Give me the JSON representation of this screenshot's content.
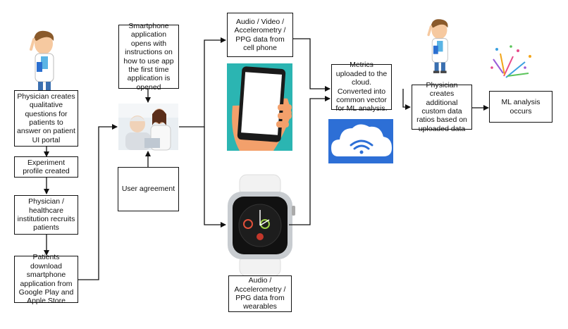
{
  "boxes": {
    "physician_questions": "Physician creates qualitative questions for patients to answer on patient UI portal",
    "experiment_profile": "Experiment profile created",
    "recruits": "Physician / healthcare institution recruits patients",
    "download_app": "Patients download smartphone application from Google Play and Apple Store",
    "app_opens": "Smartphone application opens with instructions on how to use app the first time application is opened",
    "user_agreement": "User agreement",
    "phone_data": "Audio / Video / Accelerometry / PPG data from cell phone",
    "wearable_data": "Audio / Accelerometry / PPG data from wearables",
    "metrics_uploaded": "Metrics uploaded to the cloud. Converted into common vector for ML analysis.",
    "custom_ratios": "Physician creates additional custom data ratios based on uploaded data",
    "ml_analysis": "ML analysis occurs"
  },
  "icons": {
    "doctor": "doctor-icon",
    "phone": "smartphone-icon",
    "watch": "smartwatch-icon",
    "cloud": "cloud-wifi-icon",
    "confetti": "confetti-icon",
    "photo": "patient-doctor-photo"
  },
  "colors": {
    "phone_bg": "#2bb5b2",
    "cloud_bg": "#2d6fd6",
    "hand": "#f3a06b",
    "arrow": "#111111"
  }
}
